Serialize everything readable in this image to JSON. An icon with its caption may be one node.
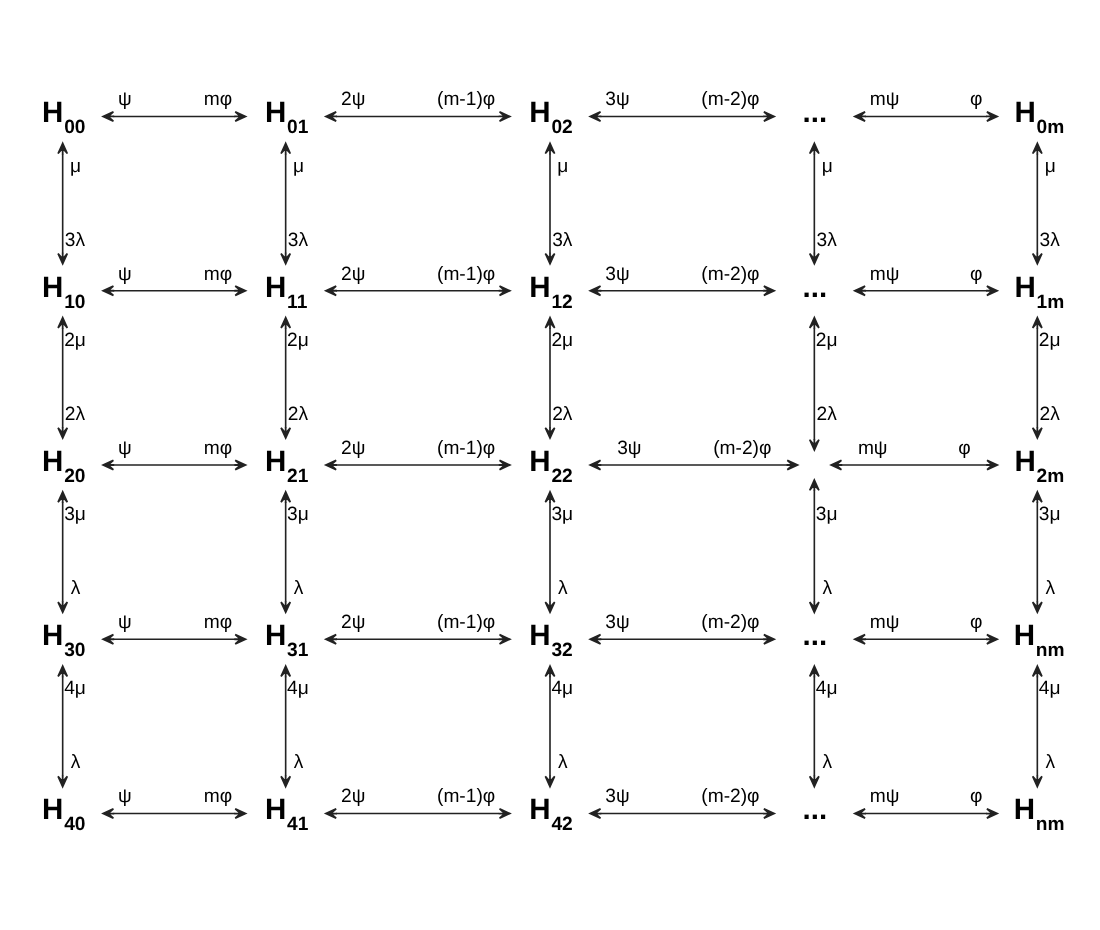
{
  "diagram": {
    "nodes": [
      {
        "text": [
          "H$_{00}$"
        ]
      },
      {
        "text": [
          "H$_{01}$"
        ]
      },
      {
        "text": [
          "H$_{02}$"
        ]
      },
      {
        "text": [
          "..."
        ]
      },
      {
        "text": [
          "H$_{0m}$"
        ]
      },
      {
        "text": [
          "H$_{10}$"
        ]
      },
      {
        "text": [
          "H$_{11}$"
        ]
      },
      {
        "text": [
          "H$_{12}$"
        ]
      },
      {
        "text": [
          "..."
        ]
      },
      {
        "text": [
          "H$_{1m}$"
        ]
      },
      {
        "text": [
          "H$_{20}$"
        ]
      },
      {
        "text": [
          "H$_{21}$"
        ]
      },
      {
        "text": [
          "H$_{22}$"
        ]
      },
      {
        "text": [
          "H$_{2m}$"
        ]
      },
      {
        "text": [
          "H$_{30}$"
        ]
      },
      {
        "text": [
          "H$_{31}$"
        ]
      },
      {
        "text": [
          "H$_{32}$"
        ]
      },
      {
        "text": [
          "..."
        ]
      },
      {
        "text": [
          "H$_{nm}$"
        ]
      },
      {
        "text": [
          "H$_{40}$"
        ]
      },
      {
        "text": [
          "H$_{41}$"
        ]
      },
      {
        "text": [
          "H$_{42}$"
        ]
      },
      {
        "text": [
          "..."
        ]
      },
      {
        "text": [
          "H$_{nm}$"
        ]
      }
    ],
    "edges": [
      {
        "from": 0,
        "to": 1,
        "arrow": "both",
        "label": [
          "ψ",
          "mφ"
        ]
      },
      {
        "from": 1,
        "to": 2,
        "arrow": "both",
        "label": [
          "2ψ",
          "(m-1)φ"
        ]
      },
      {
        "from": 2,
        "to": 3,
        "arrow": "both",
        "label": [
          "3ψ",
          "(m-2)φ"
        ]
      },
      {
        "from": 3,
        "to": 4,
        "arrow": "both",
        "label": [
          "mψ",
          "φ"
        ]
      },
      {
        "from": 0,
        "to": 5,
        "arrow": "both",
        "label": [
          "μ",
          "3λ"
        ]
      },
      {
        "from": 1,
        "to": 6,
        "arrow": "both",
        "label": [
          "μ",
          "3λ"
        ]
      },
      {
        "from": 2,
        "to": 7,
        "arrow": "both",
        "label": [
          "μ",
          "3λ"
        ]
      },
      {
        "from": 3,
        "to": 8,
        "arrow": "both",
        "label": [
          "μ",
          "3λ"
        ]
      },
      {
        "from": 4,
        "to": 9,
        "arrow": "both",
        "label": [
          "μ",
          "3λ"
        ]
      },
      {
        "from": 5,
        "to": 6,
        "arrow": "both",
        "label": [
          "ψ",
          "mφ"
        ]
      },
      {
        "from": 6,
        "to": 7,
        "arrow": "both",
        "label": [
          "2ψ",
          "(m-1)φ"
        ]
      },
      {
        "from": 7,
        "to": 8,
        "arrow": "both",
        "label": [
          "3ψ",
          "(m-2)φ"
        ]
      },
      {
        "from": 8,
        "to": 9,
        "arrow": "both",
        "label": [
          "mψ",
          "φ"
        ]
      },
      {
        "from": 5,
        "to": 10,
        "arrow": "both",
        "label": [
          "2μ",
          "2λ"
        ]
      },
      {
        "from": 6,
        "to": 11,
        "arrow": "both",
        "label": [
          "2μ",
          "2λ"
        ]
      },
      {
        "from": 7,
        "to": 12,
        "arrow": "both",
        "label": [
          "2μ",
          "2λ"
        ]
      },
      {
        "from": 8,
        "to": null,
        "arrow": "both",
        "label": [
          "2μ",
          "2λ"
        ]
      },
      {
        "from": 9,
        "to": 13,
        "arrow": "both",
        "label": [
          "2μ",
          "2λ"
        ]
      },
      {
        "from": 10,
        "to": 11,
        "arrow": "both",
        "label": [
          "ψ",
          "mφ"
        ]
      },
      {
        "from": 11,
        "to": 12,
        "arrow": "both",
        "label": [
          "2ψ",
          "(m-1)φ"
        ]
      },
      {
        "from": 12,
        "to": null,
        "arrow": "both",
        "label": [
          "3ψ",
          "(m-2)φ"
        ]
      },
      {
        "from": null,
        "to": 13,
        "arrow": "both",
        "label": [
          "mψ",
          "φ"
        ]
      },
      {
        "from": 10,
        "to": 14,
        "arrow": "both",
        "label": [
          "3μ",
          "λ"
        ]
      },
      {
        "from": 11,
        "to": 15,
        "arrow": "both",
        "label": [
          "3μ",
          "λ"
        ]
      },
      {
        "from": 12,
        "to": 16,
        "arrow": "both",
        "label": [
          "3μ",
          "λ"
        ]
      },
      {
        "from": null,
        "to": 17,
        "arrow": "both",
        "label": [
          "3μ",
          "λ"
        ]
      },
      {
        "from": 13,
        "to": 18,
        "arrow": "both",
        "label": [
          "3μ",
          "λ"
        ]
      },
      {
        "from": 14,
        "to": 15,
        "arrow": "both",
        "label": [
          "ψ",
          "mφ"
        ]
      },
      {
        "from": 15,
        "to": 16,
        "arrow": "both",
        "label": [
          "2ψ",
          "(m-1)φ"
        ]
      },
      {
        "from": 16,
        "to": 17,
        "arrow": "both",
        "label": [
          "3ψ",
          "(m-2)φ"
        ]
      },
      {
        "from": 17,
        "to": 18,
        "arrow": "both",
        "label": [
          "mψ",
          "φ"
        ]
      },
      {
        "from": 14,
        "to": 19,
        "arrow": "both",
        "label": [
          "4μ",
          "λ"
        ]
      },
      {
        "from": 15,
        "to": 20,
        "arrow": "both",
        "label": [
          "4μ",
          "λ"
        ]
      },
      {
        "from": 16,
        "to": 21,
        "arrow": "both",
        "label": [
          "4μ",
          "λ"
        ]
      },
      {
        "from": 17,
        "to": 22,
        "arrow": "both",
        "label": [
          "4μ",
          "λ"
        ]
      },
      {
        "from": 18,
        "to": 23,
        "arrow": "both",
        "label": [
          "4μ",
          "λ"
        ]
      },
      {
        "from": 19,
        "to": 20,
        "arrow": "both",
        "label": [
          "ψ",
          "mφ"
        ]
      },
      {
        "from": 20,
        "to": 21,
        "arrow": "both",
        "label": [
          "2ψ",
          "(m-1)φ"
        ]
      },
      {
        "from": 21,
        "to": 22,
        "arrow": "both",
        "label": [
          "3ψ",
          "(m-2)φ"
        ]
      },
      {
        "from": 22,
        "to": 23,
        "arrow": "both",
        "label": [
          "mψ",
          "φ"
        ]
      }
    ]
  }
}
